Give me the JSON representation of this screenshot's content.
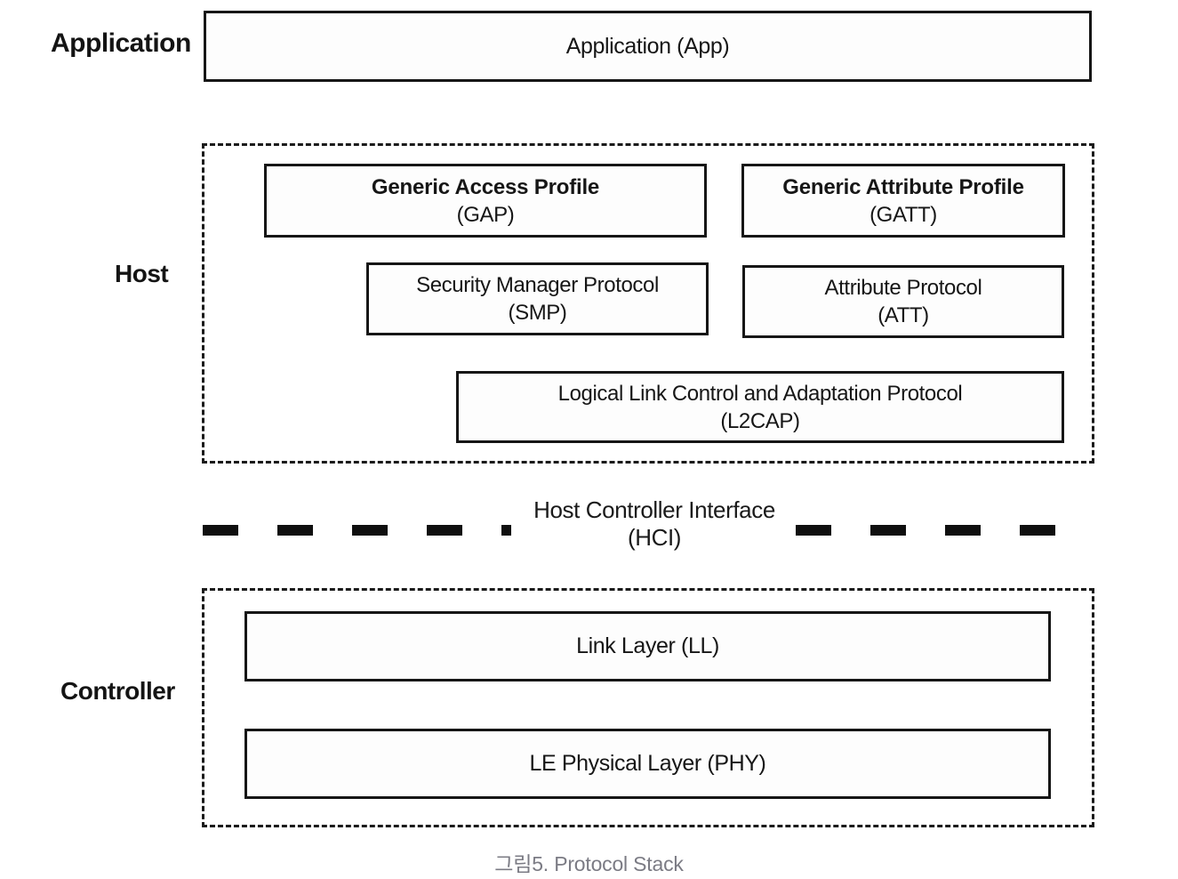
{
  "colors": {
    "ink": "#161616",
    "caption": "#7b7b84",
    "background": "#ffffff"
  },
  "gutter": {
    "application": "Application",
    "host": "Host",
    "controller": "Controller"
  },
  "application_layer": {
    "app_box": "Application (App)"
  },
  "host_layer": {
    "gap": {
      "title": "Generic Access Profile",
      "abbr": "(GAP)"
    },
    "gatt": {
      "title": "Generic Attribute Profile",
      "abbr": "(GATT)"
    },
    "smp": {
      "title": "Security Manager Protocol",
      "abbr": "(SMP)"
    },
    "att": {
      "title": "Attribute Protocol",
      "abbr": "(ATT)"
    },
    "l2cap": {
      "title": "Logical Link Control and Adaptation Protocol",
      "abbr": "(L2CAP)"
    }
  },
  "hci": {
    "title": "Host Controller Interface",
    "abbr": "(HCI)"
  },
  "controller_layer": {
    "ll": "Link Layer (LL)",
    "phy": "LE Physical Layer (PHY)"
  },
  "figure": {
    "caption": "그림5. Protocol Stack"
  }
}
